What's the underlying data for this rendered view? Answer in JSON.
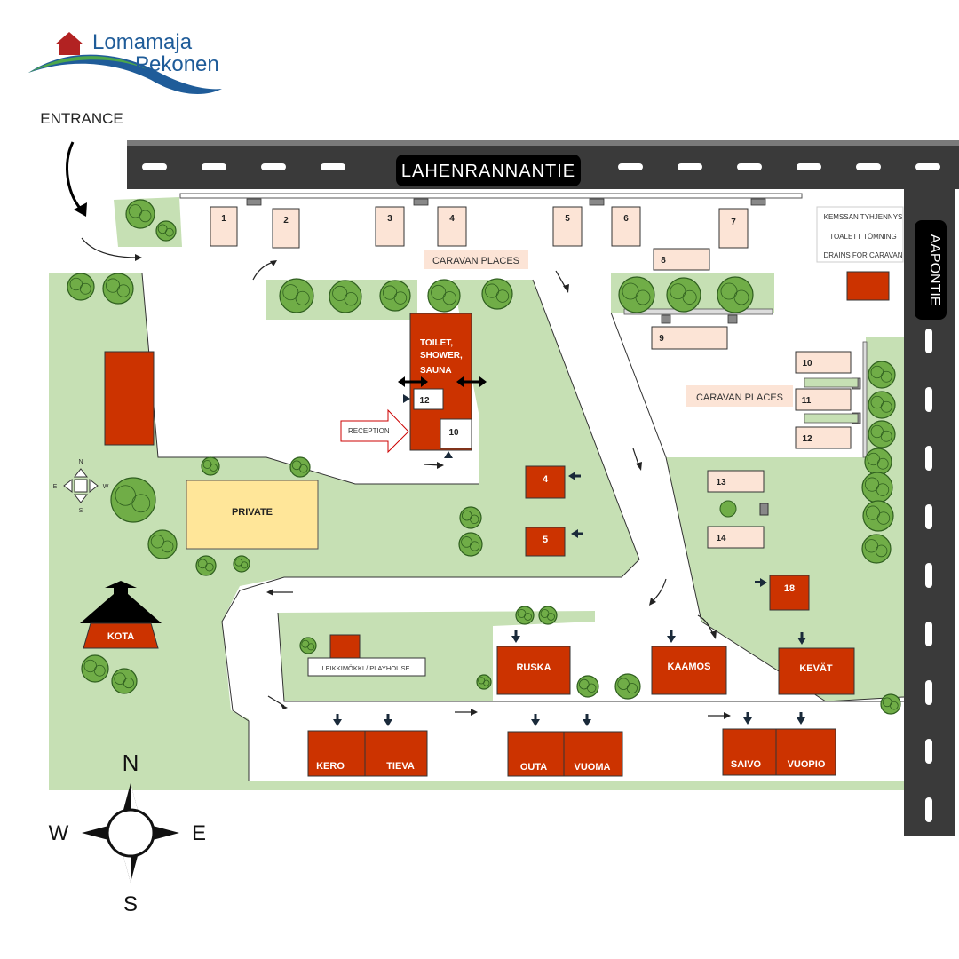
{
  "brand": {
    "line1": "Lomamaja",
    "line2": "Pekonen"
  },
  "entrance_label": "ENTRANCE",
  "roads": {
    "main": "LAHENRANNANTIE",
    "side": "AAPONTIE"
  },
  "caravan_label_top": "CARAVAN PLACES",
  "caravan_label_right": "CARAVAN PLACES",
  "service": {
    "line1": "KEMSSAN TYHJENNYS",
    "line2": "TOALETT TÖMNING",
    "line3": "DRAINS FOR CARAVAN"
  },
  "main_building": {
    "line1": "TOILET,",
    "line2": "SHOWER,",
    "line3": "SAUNA",
    "room_a": "12",
    "room_b": "10"
  },
  "reception": "RECEPTION",
  "private": "PRIVATE",
  "kota": "KOTA",
  "playhouse": "LEIKKIMÖKKI / PLAYHOUSE",
  "compass_small": {
    "n": "N",
    "s": "S",
    "e": "E",
    "w": "W"
  },
  "compass_big": {
    "n": "N",
    "s": "S",
    "e": "E",
    "w": "W"
  },
  "caravan_spots": [
    "1",
    "2",
    "3",
    "4",
    "5",
    "6",
    "7",
    "8",
    "9",
    "10",
    "11",
    "12",
    "13",
    "14"
  ],
  "cabins_small": [
    "4",
    "5",
    "18"
  ],
  "cabins_named": [
    "RUSKA",
    "KAAMOS",
    "KEVÄT",
    "KERO",
    "TIEVA",
    "OUTA",
    "VUOMA",
    "SAIVO",
    "VUOPIO"
  ],
  "colors": {
    "grass": "#c6e0b4",
    "cabin": "#cc3300",
    "caravan": "#fce4d6",
    "road": "#3a3a3a",
    "private": "#ffe699",
    "tree": "#70ad47"
  }
}
